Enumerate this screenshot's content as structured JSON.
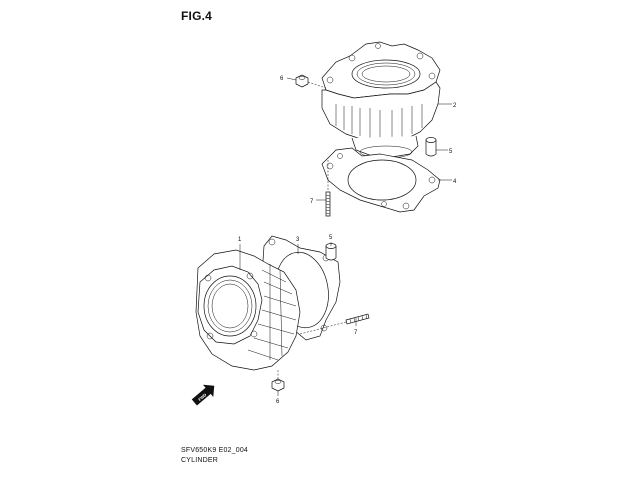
{
  "figure": {
    "title": "FIG.4",
    "code": "SFV650K9 E02_004",
    "caption": "CYLINDER"
  },
  "callouts": {
    "c6_top": "6",
    "c2": "2",
    "c5_top": "5",
    "c4": "4",
    "c7_top": "7",
    "c1": "1",
    "c3": "3",
    "c5_bottom": "5",
    "c7_bottom": "7",
    "c6_bottom": "6"
  },
  "front_marker": "FWD",
  "icons": {
    "front_arrow": "front-arrow-icon"
  }
}
